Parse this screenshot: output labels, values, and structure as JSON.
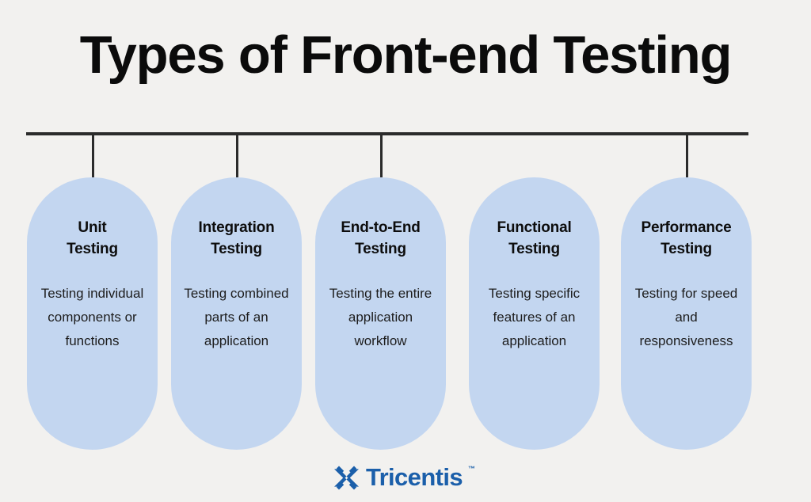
{
  "title": "Types of Front-end Testing",
  "background_color": "#f2f1ef",
  "pill_color": "#c3d6f0",
  "connector_color": "#2b2b2b",
  "brand_color": "#1b5faa",
  "pills": [
    {
      "heading": "Unit\nTesting",
      "heading_line1": "Unit",
      "heading_line2": "Testing",
      "body": "Testing individual components or functions",
      "has_connector": true
    },
    {
      "heading": "Integration\nTesting",
      "heading_line1": "Integration",
      "heading_line2": "Testing",
      "body": "Testing combined parts of an application",
      "has_connector": true
    },
    {
      "heading": "End-to-End\nTesting",
      "heading_line1": "End-to-End",
      "heading_line2": "Testing",
      "body": "Testing the entire application workflow",
      "has_connector": true
    },
    {
      "heading": "Functional\nTesting",
      "heading_line1": "Functional",
      "heading_line2": "Testing",
      "body": "Testing specific features of an application",
      "has_connector": false
    },
    {
      "heading": "Performance\nTesting",
      "heading_line1": "Performance",
      "heading_line2": "Testing",
      "body": "Testing for speed and responsiveness",
      "has_connector": true
    }
  ],
  "footer": {
    "logo_mark_icon": "tricentis-x-icon",
    "logo_text": "Tricentis",
    "trademark": "™"
  }
}
